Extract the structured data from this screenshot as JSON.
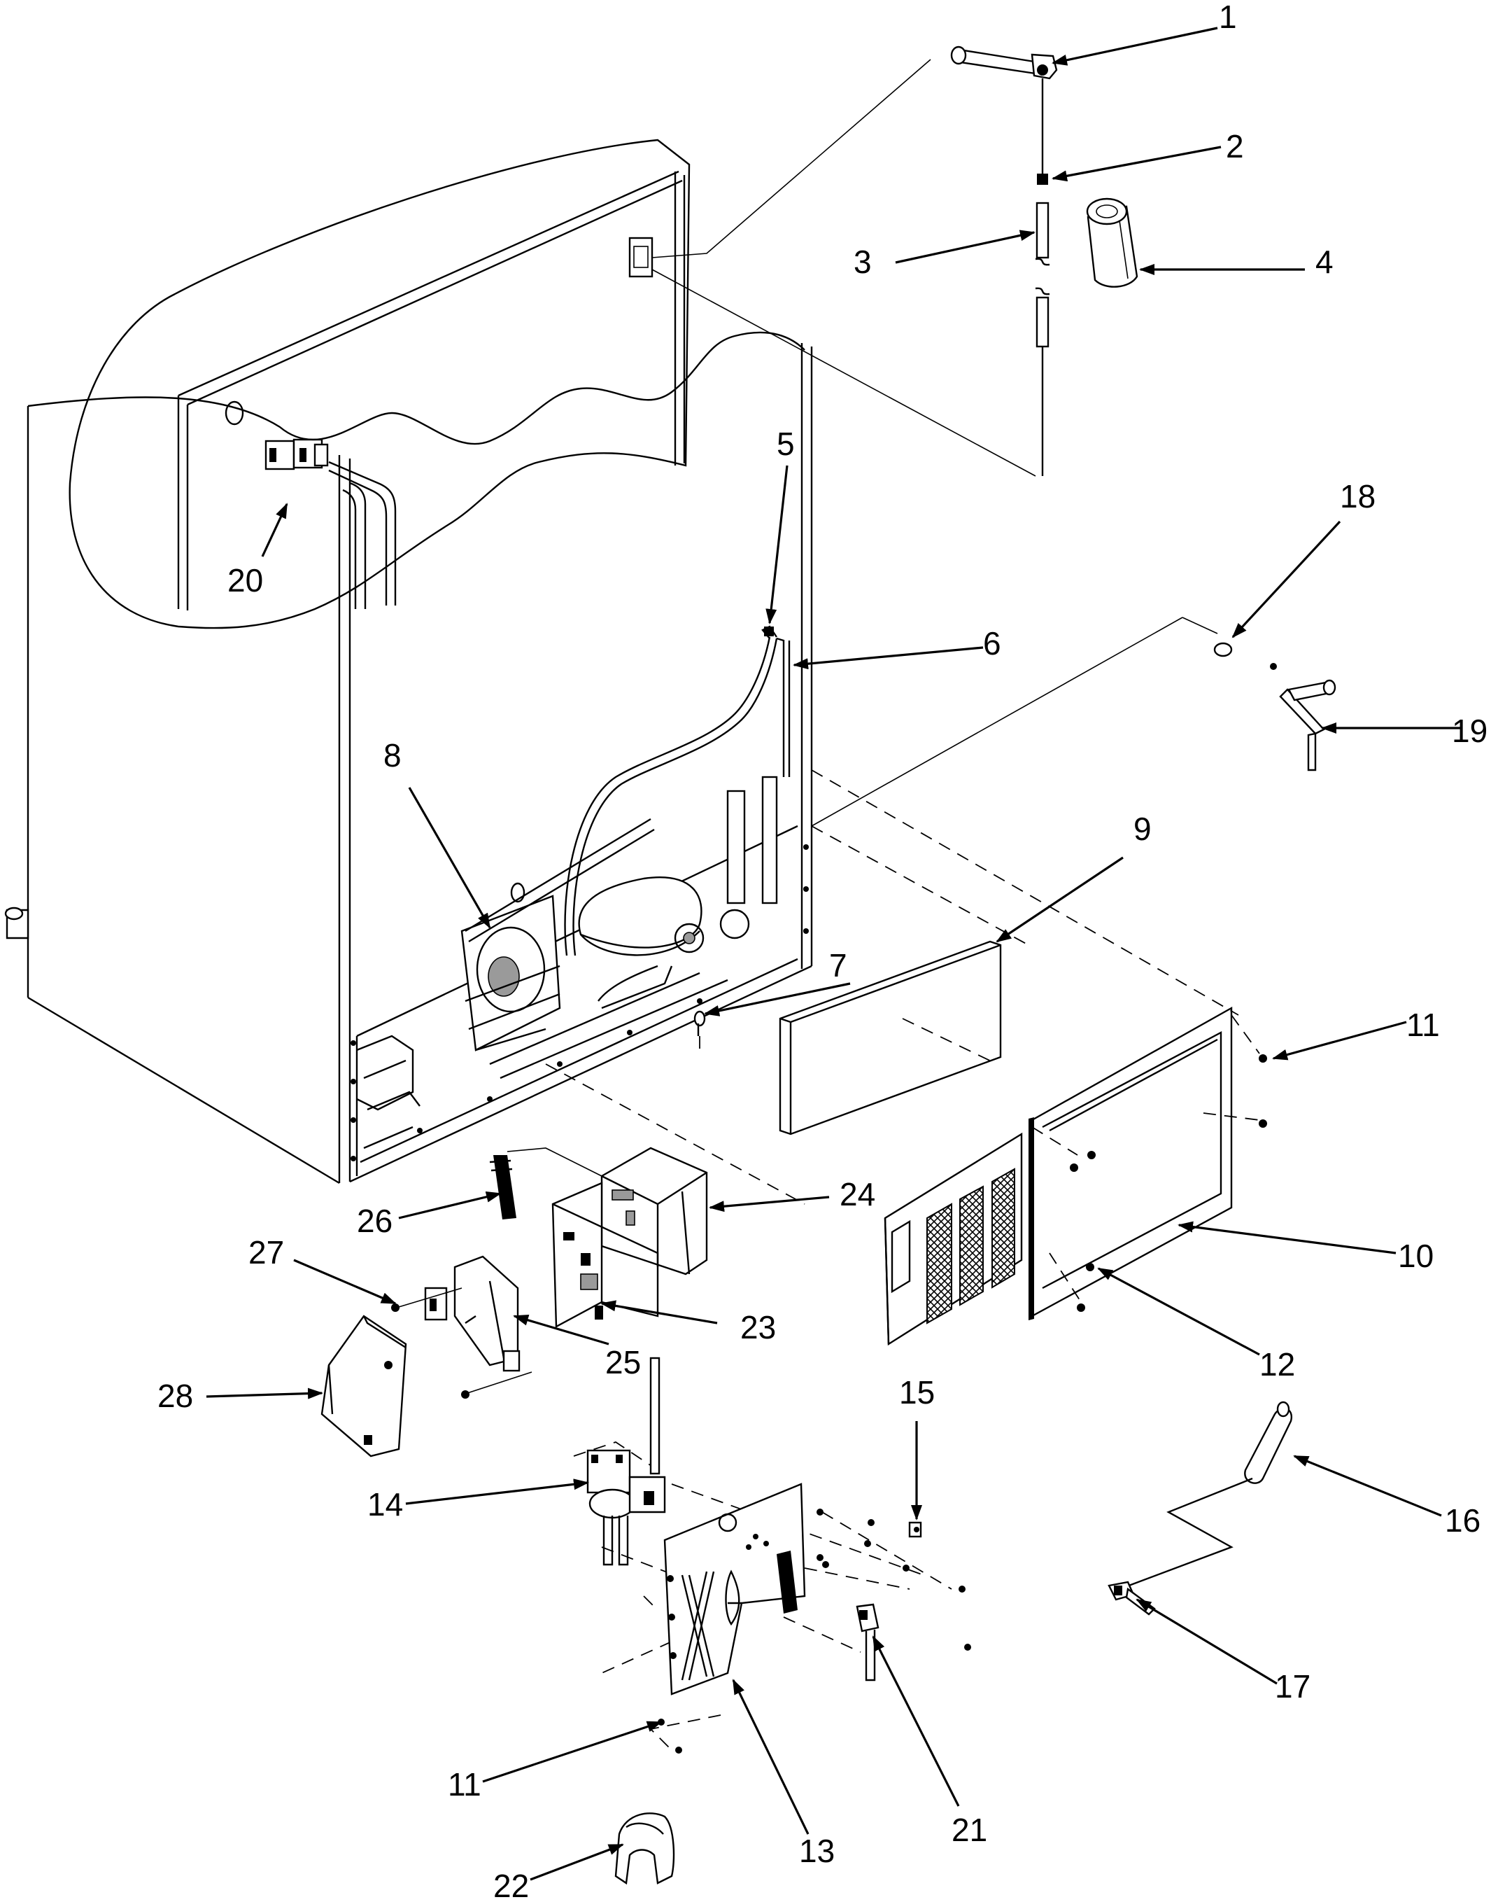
{
  "diagram": {
    "type": "exploded-parts-diagram",
    "callouts": [
      "1",
      "2",
      "3",
      "4",
      "5",
      "6",
      "7",
      "8",
      "9",
      "10",
      "11",
      "12",
      "13",
      "14",
      "15",
      "16",
      "17",
      "18",
      "19",
      "20",
      "21",
      "22",
      "23",
      "24",
      "25",
      "26",
      "27",
      "28"
    ],
    "repeated_callouts": {
      "11_second": "11"
    },
    "line_color": "#000000",
    "background": "#ffffff"
  }
}
